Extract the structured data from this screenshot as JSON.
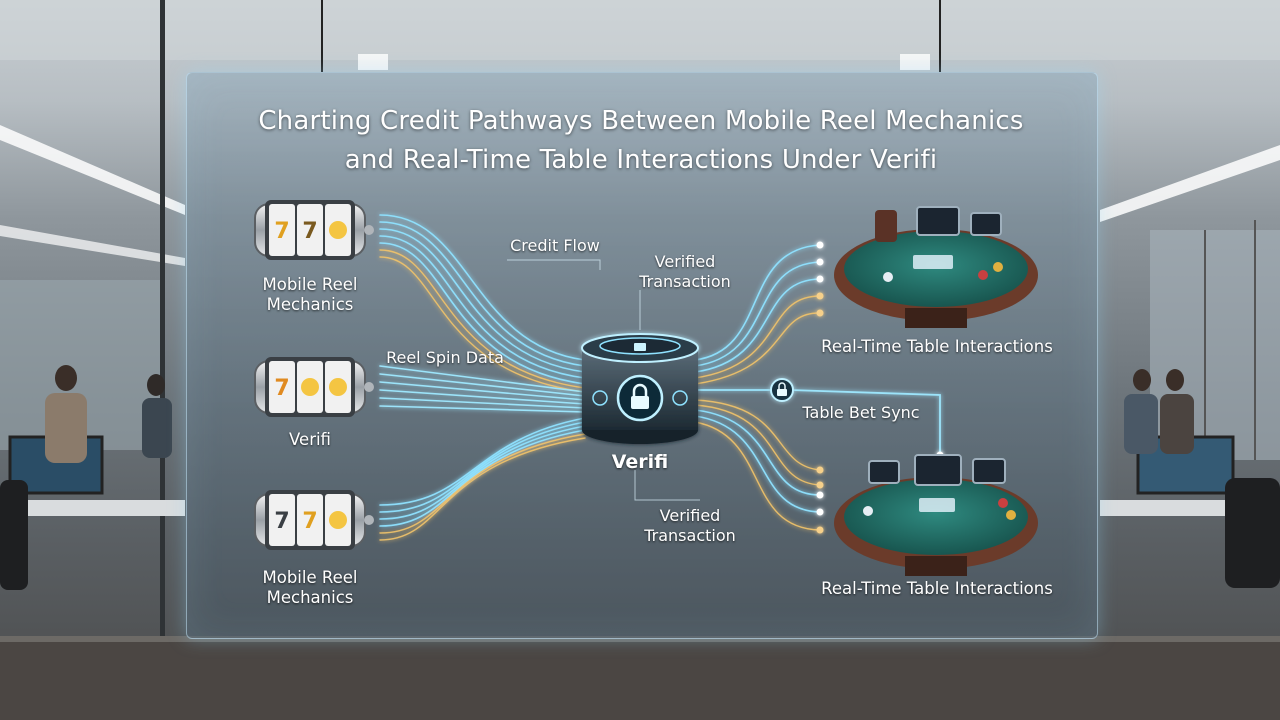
{
  "title": {
    "line1": "Charting Credit Pathways Between Mobile Reel Mechanics",
    "line2": "and Real-Time Table Interactions Under Verifi"
  },
  "nodes": {
    "reel_top": {
      "label_line1": "Mobile Reel",
      "label_line2": "Mechanics"
    },
    "reel_mid": {
      "label": "Verifi"
    },
    "reel_bottom": {
      "label_line1": "Mobile Reel",
      "label_line2": "Mechanics"
    },
    "hub": {
      "label": "Verifi"
    },
    "table_top": {
      "label": "Real-Time Table Interactions"
    },
    "table_bottom": {
      "label": "Real-Time Table Interactions"
    }
  },
  "flow_labels": {
    "credit_flow": "Credit Flow",
    "verified_top_line1": "Verified",
    "verified_top_line2": "Transaction",
    "reel_spin": "Reel Spin Data",
    "table_bet_sync": "Table Bet Sync",
    "verified_bottom_line1": "Verified",
    "verified_bottom_line2": "Transaction"
  },
  "colors": {
    "cyan_flow": "#7fdcff",
    "gold_flow": "#f2c46a",
    "felt_green": "#1f6b63",
    "table_wood": "#6b3b2a"
  }
}
